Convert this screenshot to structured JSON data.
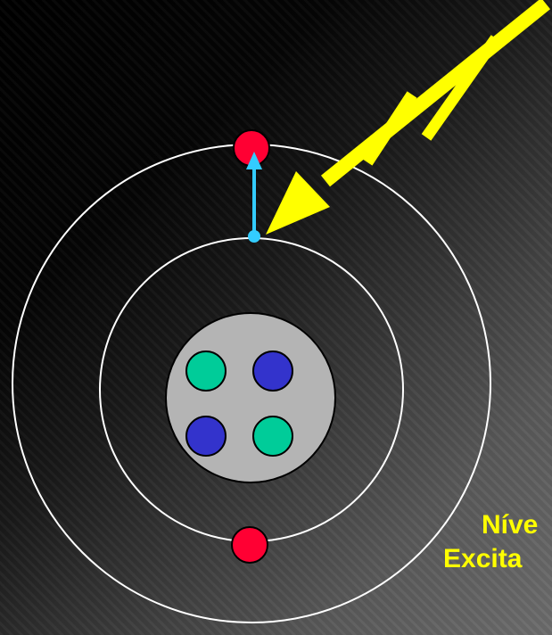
{
  "label": {
    "line1": "Níve",
    "line2": "Excita"
  },
  "colors": {
    "orbit": "#ffffff",
    "nucleus": "#b4b4b4",
    "proton": "#3333cc",
    "neutron": "#00cc99",
    "electron": "#ff0033",
    "photon": "#ffff00",
    "transition": "#33ccff",
    "label": "#ffff00"
  },
  "icons": {
    "photon": "photon-arrow",
    "transition": "excitation-arrow"
  }
}
